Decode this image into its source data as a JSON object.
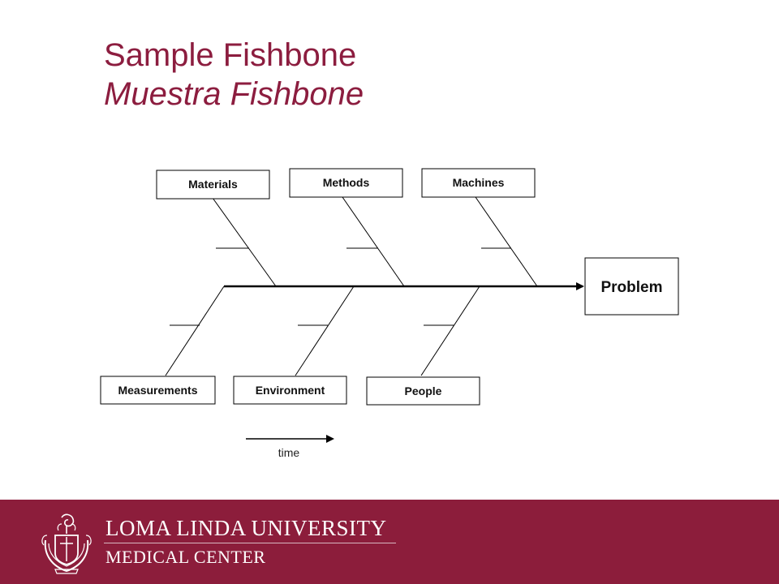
{
  "slide": {
    "title": "Sample Fishbone",
    "subtitle": "Muestra Fishbone"
  },
  "diagram": {
    "problem": "Problem",
    "top_categories": [
      "Materials",
      "Methods",
      "Machines"
    ],
    "bottom_categories": [
      "Measurements",
      "Environment",
      "People"
    ],
    "time_label": "time"
  },
  "footer": {
    "institution": "LOMA LINDA UNIVERSITY",
    "division": "MEDICAL CENTER"
  },
  "colors": {
    "accent": "#8c1d3f",
    "footer_bg": "#8c1d3b"
  }
}
